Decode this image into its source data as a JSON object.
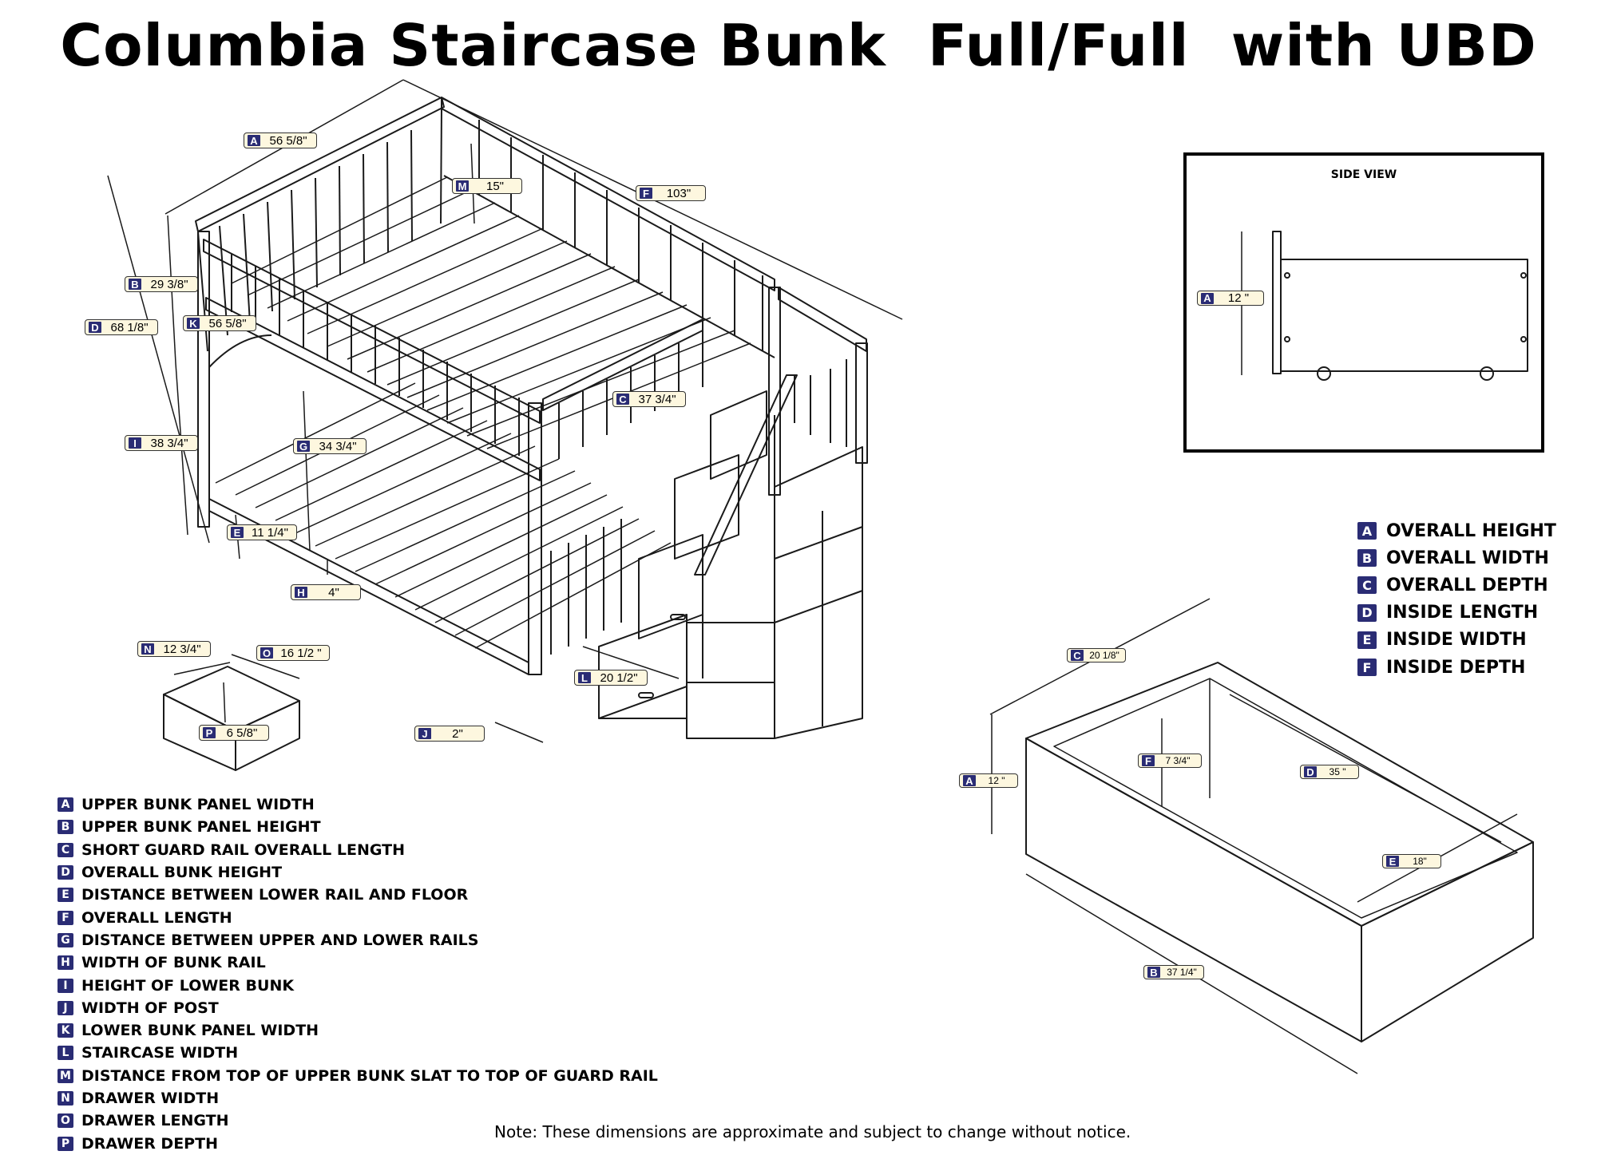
{
  "title": "Columbia Staircase Bunk  Full/Full  with UBD",
  "side_view": {
    "title": "SIDE VIEW"
  },
  "note": "Note:  These dimensions are approximate and subject to change without notice.",
  "bunk_dimensions": [
    {
      "letter": "A",
      "value": "56 5/8\""
    },
    {
      "letter": "M",
      "value": "15\""
    },
    {
      "letter": "F",
      "value": "103\""
    },
    {
      "letter": "B",
      "value": "29 3/8\""
    },
    {
      "letter": "D",
      "value": "68 1/8\""
    },
    {
      "letter": "K",
      "value": "56 5/8\""
    },
    {
      "letter": "C",
      "value": "37 3/4\""
    },
    {
      "letter": "I",
      "value": "38 3/4\""
    },
    {
      "letter": "G",
      "value": "34 3/4\""
    },
    {
      "letter": "E",
      "value": "11 1/4\""
    },
    {
      "letter": "H",
      "value": "4\""
    },
    {
      "letter": "N",
      "value": "12 3/4\""
    },
    {
      "letter": "O",
      "value": "16 1/2 \""
    },
    {
      "letter": "P",
      "value": "6 5/8\""
    },
    {
      "letter": "L",
      "value": "20 1/2\""
    },
    {
      "letter": "J",
      "value": "2\""
    }
  ],
  "drawer_dimensions": [
    {
      "letter": "A",
      "value": "12 \""
    },
    {
      "letter": "C",
      "value": "20 1/8\""
    },
    {
      "letter": "F",
      "value": "7 3/4\""
    },
    {
      "letter": "D",
      "value": "35 \""
    },
    {
      "letter": "A",
      "value": "12 \""
    },
    {
      "letter": "E",
      "value": "18\""
    },
    {
      "letter": "B",
      "value": "37 1/4\""
    }
  ],
  "legend_bunk": [
    {
      "letter": "A",
      "text": "UPPER BUNK PANEL WIDTH"
    },
    {
      "letter": "B",
      "text": "UPPER BUNK PANEL HEIGHT"
    },
    {
      "letter": "C",
      "text": "SHORT GUARD RAIL OVERALL LENGTH"
    },
    {
      "letter": "D",
      "text": "OVERALL BUNK HEIGHT"
    },
    {
      "letter": "E",
      "text": "DISTANCE BETWEEN LOWER RAIL AND FLOOR"
    },
    {
      "letter": "F",
      "text": "OVERALL LENGTH"
    },
    {
      "letter": "G",
      "text": "DISTANCE BETWEEN UPPER AND LOWER RAILS"
    },
    {
      "letter": "H",
      "text": "WIDTH OF BUNK RAIL"
    },
    {
      "letter": "I",
      "text": "HEIGHT OF LOWER BUNK"
    },
    {
      "letter": "J",
      "text": "WIDTH OF POST"
    },
    {
      "letter": "K",
      "text": "LOWER BUNK PANEL WIDTH"
    },
    {
      "letter": "L",
      "text": "STAIRCASE WIDTH"
    },
    {
      "letter": "M",
      "text": "DISTANCE FROM TOP OF UPPER BUNK SLAT TO TOP OF GUARD RAIL"
    },
    {
      "letter": "N",
      "text": "DRAWER WIDTH"
    },
    {
      "letter": "O",
      "text": "DRAWER LENGTH"
    },
    {
      "letter": "P",
      "text": "DRAWER DEPTH"
    }
  ],
  "legend_drawer": [
    {
      "letter": "A",
      "text": "OVERALL HEIGHT"
    },
    {
      "letter": "B",
      "text": "OVERALL WIDTH"
    },
    {
      "letter": "C",
      "text": "OVERALL DEPTH"
    },
    {
      "letter": "D",
      "text": "INSIDE LENGTH"
    },
    {
      "letter": "E",
      "text": "INSIDE WIDTH"
    },
    {
      "letter": "F",
      "text": "INSIDE DEPTH"
    }
  ]
}
